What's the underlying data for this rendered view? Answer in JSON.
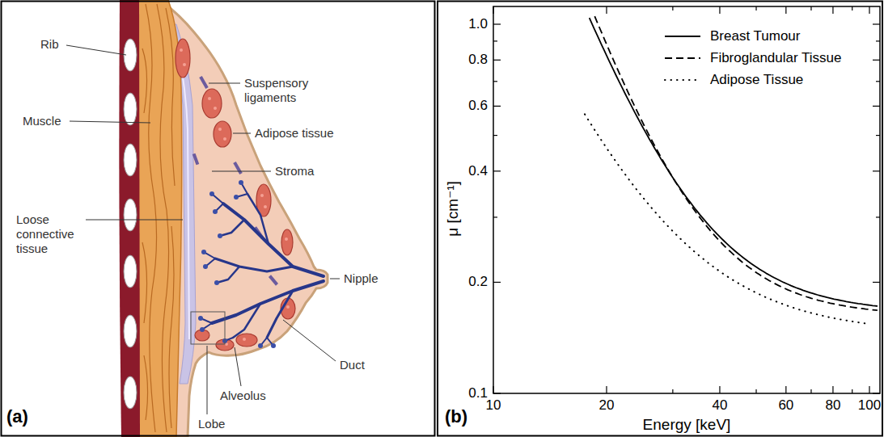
{
  "diagram": {
    "labels": [
      "Rib",
      "Muscle",
      "Loose connective tissue",
      "Suspensory ligaments",
      "Adipose tissue",
      "Stroma",
      "Nipple",
      "Duct",
      "Alveolus",
      "Lobe",
      "(a)",
      "(b)",
      "1.0",
      "0.8",
      "0.6",
      "0.4",
      "0.2",
      "0.1",
      "10",
      "20",
      "40",
      "60",
      "80",
      "100",
      "μ [cm⁻¹]",
      "Energy [keV]"
    ],
    "legend": [
      {
        "text": "Breast Tumour"
      },
      {
        "text": "Fibroglandular Tissue"
      },
      {
        "text": "Adipose Tissue"
      }
    ]
  }
}
